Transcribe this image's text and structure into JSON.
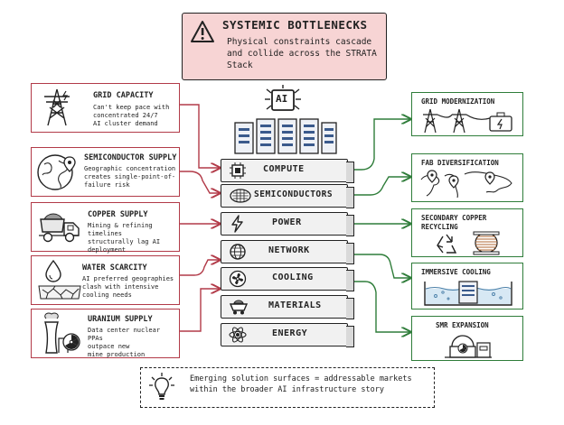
{
  "title": {
    "heading": "SYSTEMIC BOTTLENECKS",
    "subtitle": "Physical constraints cascade and collide across the STRATA Stack"
  },
  "stack": {
    "ai_label": "AI",
    "layers": [
      "COMPUTE",
      "SEMICONDUCTORS",
      "POWER",
      "NETWORK",
      "COOLING",
      "MATERIALS",
      "ENERGY"
    ]
  },
  "constraints": [
    {
      "title": "GRID CAPACITY",
      "desc": [
        "Can't keep pace with",
        "concentrated 24/7",
        "AI cluster demand"
      ]
    },
    {
      "title": "SEMICONDUCTOR SUPPLY",
      "desc": [
        "Geographic concentration",
        "creates single-point-of-",
        "failure risk"
      ]
    },
    {
      "title": "COPPER SUPPLY",
      "desc": [
        "Mining & refining timelines",
        "structurally lag AI",
        "deployment"
      ]
    },
    {
      "title": "WATER SCARCITY",
      "desc": [
        "AI preferred geographies",
        "clash with intensive",
        "cooling needs"
      ]
    },
    {
      "title": "URANIUM SUPPLY",
      "desc": [
        "Data center nuclear PPAs",
        "outpace new",
        "mine production"
      ]
    }
  ],
  "solutions": [
    {
      "title": "GRID MODERNIZATION"
    },
    {
      "title": "FAB DIVERSIFICATION"
    },
    {
      "title": "SECONDARY COPPER",
      "title2": "RECYCLING"
    },
    {
      "title": "IMMERSIVE COOLING"
    },
    {
      "title": "SMR EXPANSION"
    }
  ],
  "footer": {
    "line1": "Emerging solution surfaces = addressable markets",
    "line2": "within the broader AI infrastructure story"
  },
  "colors": {
    "constraint": "#b23a48",
    "solution": "#2f7d3a",
    "title_bg": "#f7d4d4"
  }
}
